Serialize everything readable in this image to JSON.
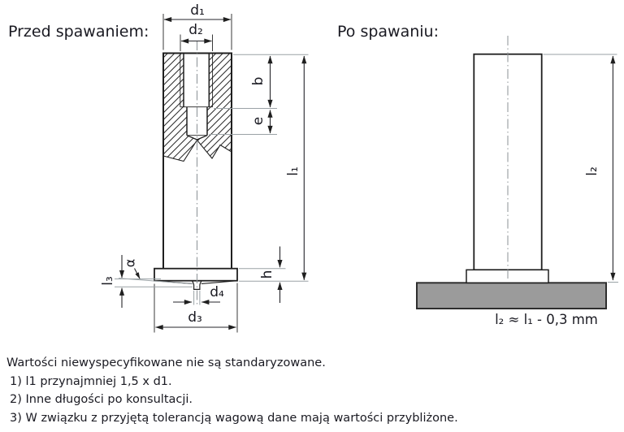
{
  "page": {
    "heading_before": "Przed spawaniem:",
    "heading_after": "Po spawaniu:"
  },
  "dim_labels": {
    "d1": "d₁",
    "d2": "d₂",
    "b": "b",
    "e": "e",
    "l1": "l₁",
    "h": "h",
    "alpha": "α",
    "l3": "l₃",
    "d4": "d₄",
    "d3": "d₃",
    "l2": "l₂"
  },
  "formula": "l₂ ≈ l₁ - 0,3 mm",
  "notes": [
    "Wartości niewyspecyfikowane nie są standaryzowane.",
    "1) l1 przynajmniej 1,5 x d1.",
    "2) Inne długości po konsultacji.",
    "3) W związku z przyjętą tolerancją wagową dane mają wartości przybliżone."
  ],
  "colors": {
    "plate_fill": "#9b9b9b",
    "line": "#1f1f1f",
    "extension_line": "#9aa2a6",
    "text": "#1a1a22"
  }
}
